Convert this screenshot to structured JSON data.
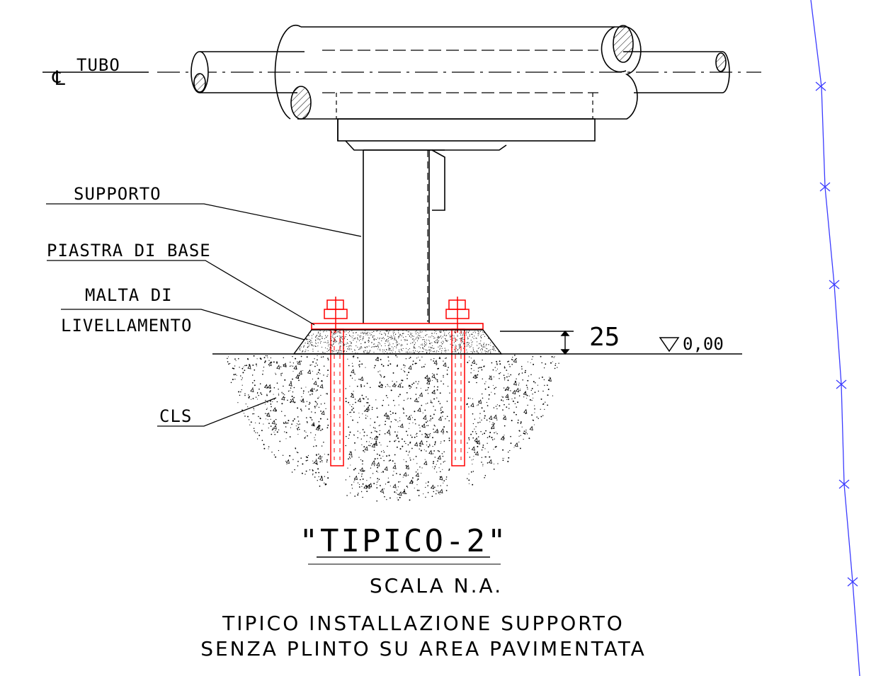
{
  "labels": {
    "pipe_centerline": "TUBO",
    "centerline_symbol": "℄",
    "support": "SUPPORTO",
    "base_plate": "PIASTRA DI BASE",
    "grout_line1": "MALTA DI",
    "grout_line2": "LIVELLAMENTO",
    "concrete": "CLS"
  },
  "dimension": {
    "value": "25"
  },
  "elevation": {
    "value": "0,00"
  },
  "title": {
    "name": "\"TIPICO-2\"",
    "scale": "SCALA N.A.",
    "description_line1": "TIPICO INSTALLAZIONE SUPPORTO",
    "description_line2": "SENZA PLINTO SU AREA PAVIMENTATA"
  },
  "colors": {
    "line": "#000000",
    "anchor_bolts": "#ff0000",
    "boundary_line": "#3b3bff"
  }
}
